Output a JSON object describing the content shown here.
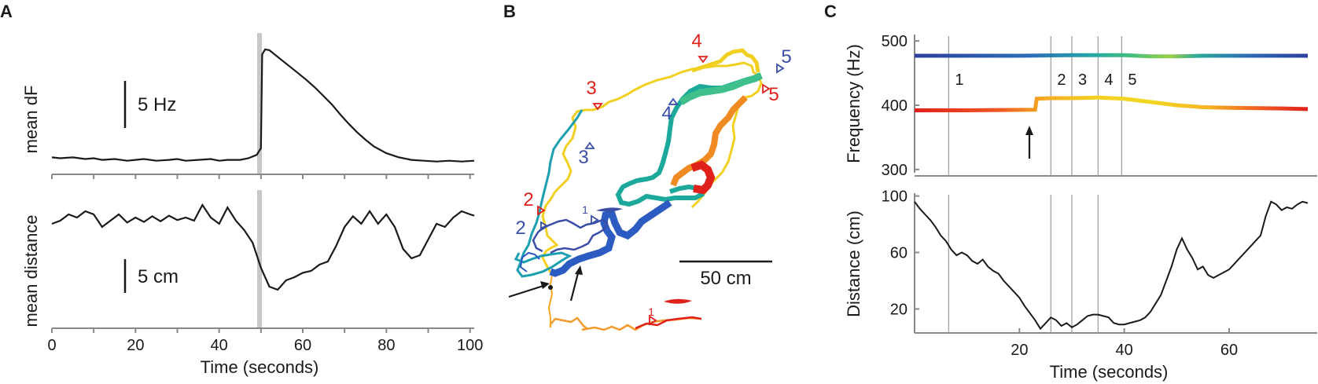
{
  "panels": {
    "A": {
      "letter": "A"
    },
    "B": {
      "letter": "B"
    },
    "C": {
      "letter": "C"
    }
  },
  "chart_data": [
    {
      "id": "A-top",
      "type": "line",
      "ylabel": "mean dF",
      "x_ticks": [
        0,
        20,
        40,
        60,
        80,
        100
      ],
      "xlim": [
        0,
        101
      ],
      "ylim": [
        0,
        15
      ],
      "scale_bar": {
        "label": "5 Hz",
        "value": 5
      },
      "stimulus_x": 50,
      "series": [
        {
          "x": [
            0,
            2,
            5,
            8,
            10,
            12,
            15,
            18,
            20,
            22,
            25,
            28,
            30,
            32,
            35,
            38,
            40,
            42,
            45,
            47,
            49,
            50,
            50.3,
            51,
            52,
            53,
            55,
            57,
            59,
            61,
            63,
            65,
            67,
            69,
            71,
            73,
            75,
            77,
            80,
            83,
            86,
            89,
            92,
            95,
            98,
            101
          ],
          "values": [
            0.9,
            0.8,
            0.9,
            0.7,
            0.8,
            0.6,
            0.7,
            0.5,
            0.6,
            0.7,
            0.5,
            0.6,
            0.7,
            0.5,
            0.6,
            0.7,
            0.5,
            0.6,
            0.6,
            0.8,
            1.2,
            2.0,
            13.2,
            13.8,
            13.7,
            13.3,
            12.5,
            11.7,
            10.9,
            10.1,
            9.2,
            8.2,
            7.2,
            6.0,
            4.9,
            3.9,
            3.0,
            2.2,
            1.4,
            0.9,
            0.6,
            0.5,
            0.4,
            0.5,
            0.4,
            0.5
          ]
        }
      ]
    },
    {
      "id": "A-bottom",
      "type": "line",
      "ylabel": "mean distance",
      "xlabel": "Time (seconds)",
      "x_ticks": [
        0,
        20,
        40,
        60,
        80,
        100
      ],
      "xlim": [
        0,
        101
      ],
      "ylim": [
        0,
        20
      ],
      "scale_bar": {
        "label": "5 cm",
        "value": 5
      },
      "stimulus_x": 50,
      "series": [
        {
          "x": [
            0,
            2,
            4,
            6,
            8,
            10,
            12,
            14,
            16,
            18,
            20,
            22,
            24,
            26,
            28,
            30,
            32,
            34,
            36,
            38,
            40,
            42,
            44,
            46,
            48,
            50,
            52,
            54,
            56,
            58,
            60,
            62,
            64,
            66,
            68,
            70,
            72,
            74,
            76,
            78,
            80,
            82,
            84,
            86,
            88,
            90,
            92,
            94,
            96,
            98,
            100,
            101
          ],
          "values": [
            15,
            15.5,
            16.5,
            16,
            17,
            16.5,
            14.5,
            15.5,
            16.5,
            15.2,
            16,
            15.3,
            16.2,
            15.4,
            16.3,
            15.6,
            16,
            15.5,
            18,
            16,
            15,
            17.6,
            15.5,
            14,
            12,
            8,
            5,
            4.5,
            6,
            6.5,
            7.2,
            7.5,
            8.5,
            9,
            11.5,
            14.5,
            16.2,
            15,
            17,
            15,
            16.5,
            14.5,
            11,
            9.5,
            10,
            12.5,
            15,
            14.5,
            16,
            17,
            16.5,
            16.3
          ]
        }
      ]
    },
    {
      "id": "B",
      "type": "scatter",
      "scale_bar": {
        "label": "50 cm",
        "value": 50
      },
      "trajectory_labels": [
        {
          "text": "1",
          "fish": 1
        },
        {
          "text": "2",
          "fish": 1
        },
        {
          "text": "3",
          "fish": 1
        },
        {
          "text": "4",
          "fish": 1
        },
        {
          "text": "5",
          "fish": 1
        },
        {
          "text": "1",
          "fish": 2
        },
        {
          "text": "2",
          "fish": 2
        },
        {
          "text": "3",
          "fish": 2
        },
        {
          "text": "4",
          "fish": 2
        },
        {
          "text": "5",
          "fish": 2
        }
      ],
      "series": [
        {
          "x": [
            90,
            88,
            80,
            76,
            70,
            64,
            58,
            52,
            46,
            41,
            36,
            28,
            20,
            12,
            6,
            4,
            8,
            4,
            12,
            10,
            14,
            16
          ],
          "values": [
            30,
            26,
            25,
            23,
            24,
            23,
            24,
            25,
            26,
            24,
            25,
            24,
            23,
            26,
            27,
            33,
            40,
            46,
            48,
            52,
            60,
            65
          ]
        },
        {
          "x": [
            16,
            18,
            14,
            12,
            14,
            16,
            20,
            28,
            36,
            52,
            58,
            62,
            70,
            78,
            88,
            92,
            94,
            96
          ],
          "values": [
            65,
            74,
            82,
            90,
            98,
            106,
            124,
            140,
            146,
            150,
            154,
            158,
            164,
            162,
            168,
            176,
            180,
            178
          ]
        },
        {
          "x": [
            96,
            92,
            84,
            80,
            76,
            78,
            82,
            80,
            70,
            64,
            56,
            52,
            44,
            38,
            30,
            22,
            18,
            16,
            20,
            24,
            20,
            10,
            6,
            8,
            14,
            16
          ],
          "values": [
            172,
            166,
            160,
            150,
            140,
            128,
            116,
            104,
            96,
            100,
            106,
            112,
            118,
            126,
            132,
            120,
            100,
            80,
            70,
            62,
            56,
            54,
            60,
            66,
            70,
            68
          ]
        },
        {
          "x": [
            20,
            26,
            30,
            36,
            44,
            50,
            56,
            64,
            68
          ],
          "values": [
            70,
            76,
            84,
            80,
            74,
            82,
            86,
            92,
            96
          ]
        }
      ]
    },
    {
      "id": "C-top",
      "type": "line",
      "ylabel": "Frequency (Hz)",
      "y_ticks": [
        300,
        400,
        500
      ],
      "xlim": [
        0,
        75
      ],
      "ylim": [
        290,
        510
      ],
      "event_markers": [
        6.5,
        26,
        30,
        35,
        39.5
      ],
      "event_labels": [
        "1",
        "2",
        "3",
        "4",
        "5"
      ],
      "arrow_x": 23,
      "series": [
        {
          "x": [
            0,
            10,
            20,
            30,
            40,
            45,
            50,
            55,
            60,
            70,
            75
          ],
          "values": [
            477,
            477,
            477,
            478,
            478,
            476,
            476,
            477,
            477,
            477,
            477
          ]
        },
        {
          "x": [
            0,
            10,
            23,
            23.3,
            26,
            30,
            35,
            40,
            45,
            50,
            55,
            60,
            70,
            75
          ],
          "values": [
            392,
            392,
            393,
            410,
            411,
            411,
            412,
            410,
            405,
            400,
            397,
            396,
            395,
            394
          ]
        }
      ]
    },
    {
      "id": "C-bottom",
      "type": "line",
      "ylabel": "Distance (cm)",
      "xlabel": "Time (seconds)",
      "x_ticks": [
        20,
        40,
        60
      ],
      "y_ticks": [
        20,
        60,
        100
      ],
      "xlim": [
        0,
        75
      ],
      "ylim": [
        3,
        102
      ],
      "event_markers": [
        6.5,
        26,
        30,
        35
      ],
      "series": [
        {
          "x": [
            0,
            1,
            2,
            3,
            4,
            5,
            6,
            7,
            8,
            9,
            10,
            11,
            12,
            13,
            14,
            15,
            16,
            17,
            18,
            19,
            20,
            21,
            22,
            23,
            24,
            25,
            26,
            27,
            28,
            29,
            30,
            31,
            32,
            33,
            34,
            35,
            36,
            37,
            38,
            39,
            40,
            41,
            42,
            43,
            44,
            45,
            46,
            47,
            48,
            49,
            50,
            51,
            52,
            53,
            54,
            55,
            56,
            57,
            58,
            59,
            60,
            61,
            62,
            63,
            64,
            65,
            66,
            67,
            68,
            69,
            70,
            71,
            72,
            73,
            74,
            75
          ],
          "values": [
            96,
            91,
            87,
            83,
            78,
            72,
            68,
            62,
            58,
            60,
            58,
            54,
            52,
            55,
            50,
            47,
            45,
            40,
            36,
            32,
            28,
            22,
            17,
            12,
            6,
            10,
            14,
            12,
            8,
            10,
            7,
            9,
            12,
            15,
            16,
            16,
            15,
            14,
            10,
            9,
            9,
            10,
            11,
            12,
            14,
            18,
            24,
            30,
            40,
            50,
            62,
            70,
            62,
            56,
            48,
            50,
            44,
            42,
            44,
            46,
            48,
            52,
            56,
            60,
            64,
            68,
            72,
            86,
            96,
            94,
            90,
            92,
            91,
            94,
            96,
            95
          ]
        }
      ]
    }
  ],
  "colors": {
    "trace": "#1a1a1a",
    "stimulus": "#c8c8c8",
    "grid_marker": "#999999",
    "fish1_label": "#e0201b",
    "fish2_label": "#3a4ea8"
  }
}
